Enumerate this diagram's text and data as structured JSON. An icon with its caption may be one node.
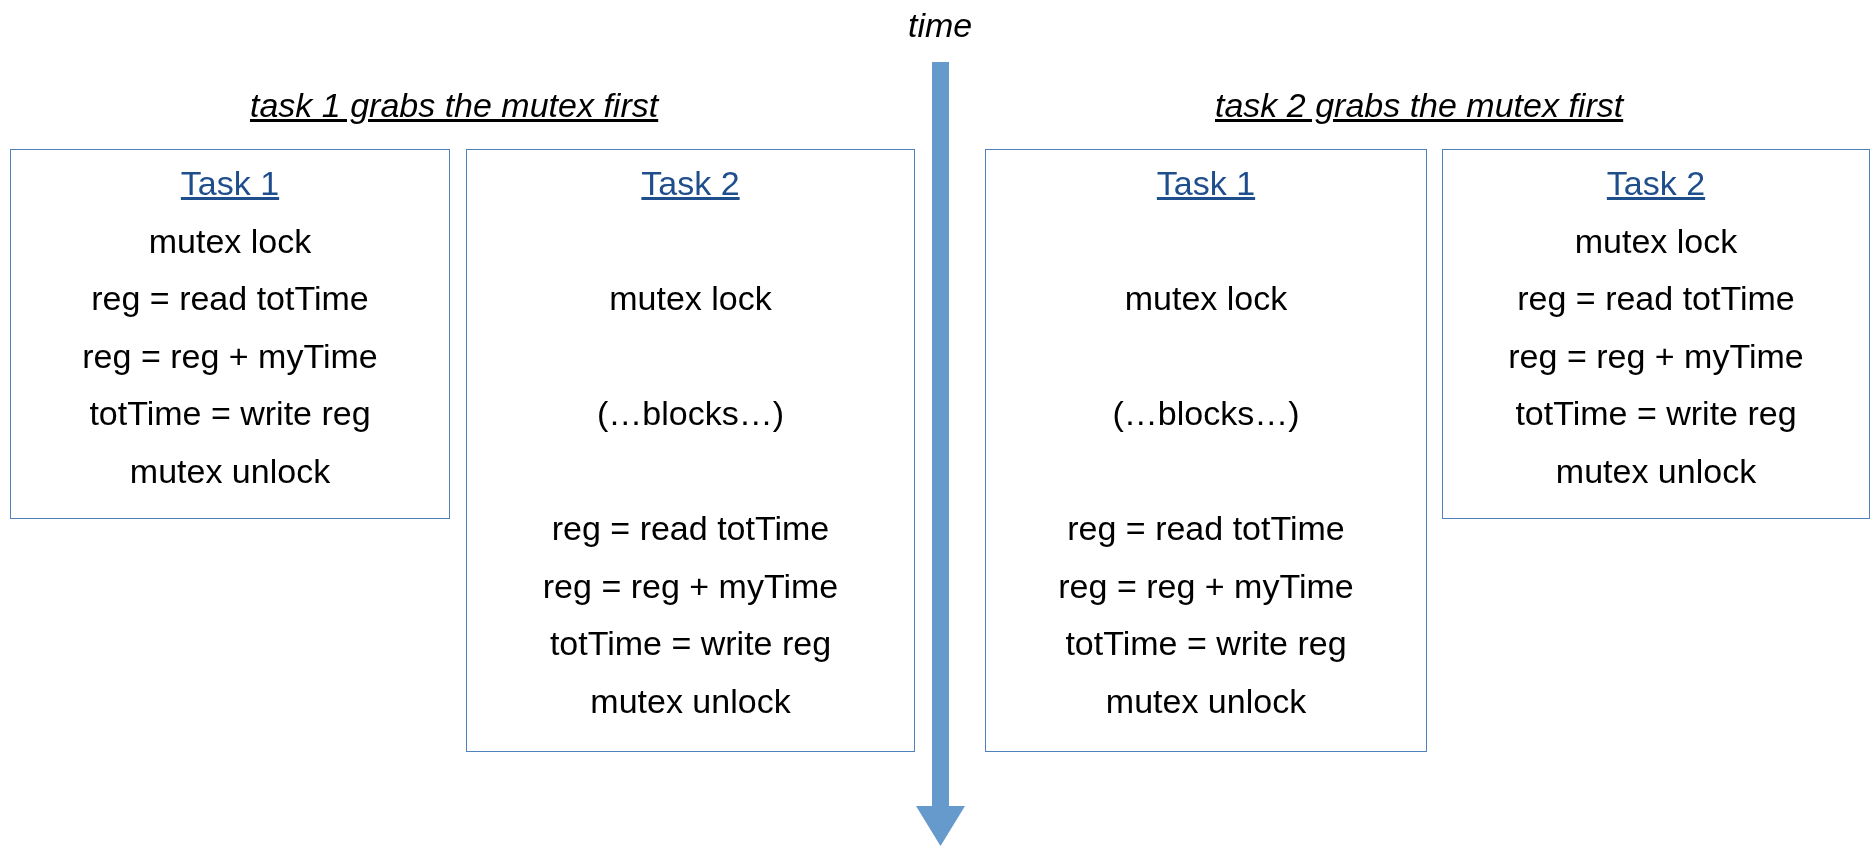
{
  "diagram": {
    "nodes": [
      {
        "text": [
          "Task 1",
          "mutex lock",
          "reg = read totTime",
          "reg = reg + myTime",
          "totTime = write reg",
          "mutex unlock"
        ]
      },
      {
        "text": [
          "Task 2",
          "mutex lock",
          "(…blocks…)",
          "reg = read totTime",
          "reg = reg + myTime",
          "totTime = write reg",
          "mutex unlock"
        ]
      },
      {
        "text": [
          "Task 1",
          "mutex lock",
          "(…blocks…)",
          "reg = read totTime",
          "reg = reg + myTime",
          "totTime = write reg",
          "mutex unlock"
        ]
      },
      {
        "text": [
          "Task 2",
          "mutex lock",
          "reg = read totTime",
          "reg = reg + myTime",
          "totTime = write reg",
          "mutex unlock"
        ]
      }
    ],
    "labels": [
      "time",
      "task 1 grabs the mutex first",
      "task 2 grabs the mutex first"
    ]
  }
}
